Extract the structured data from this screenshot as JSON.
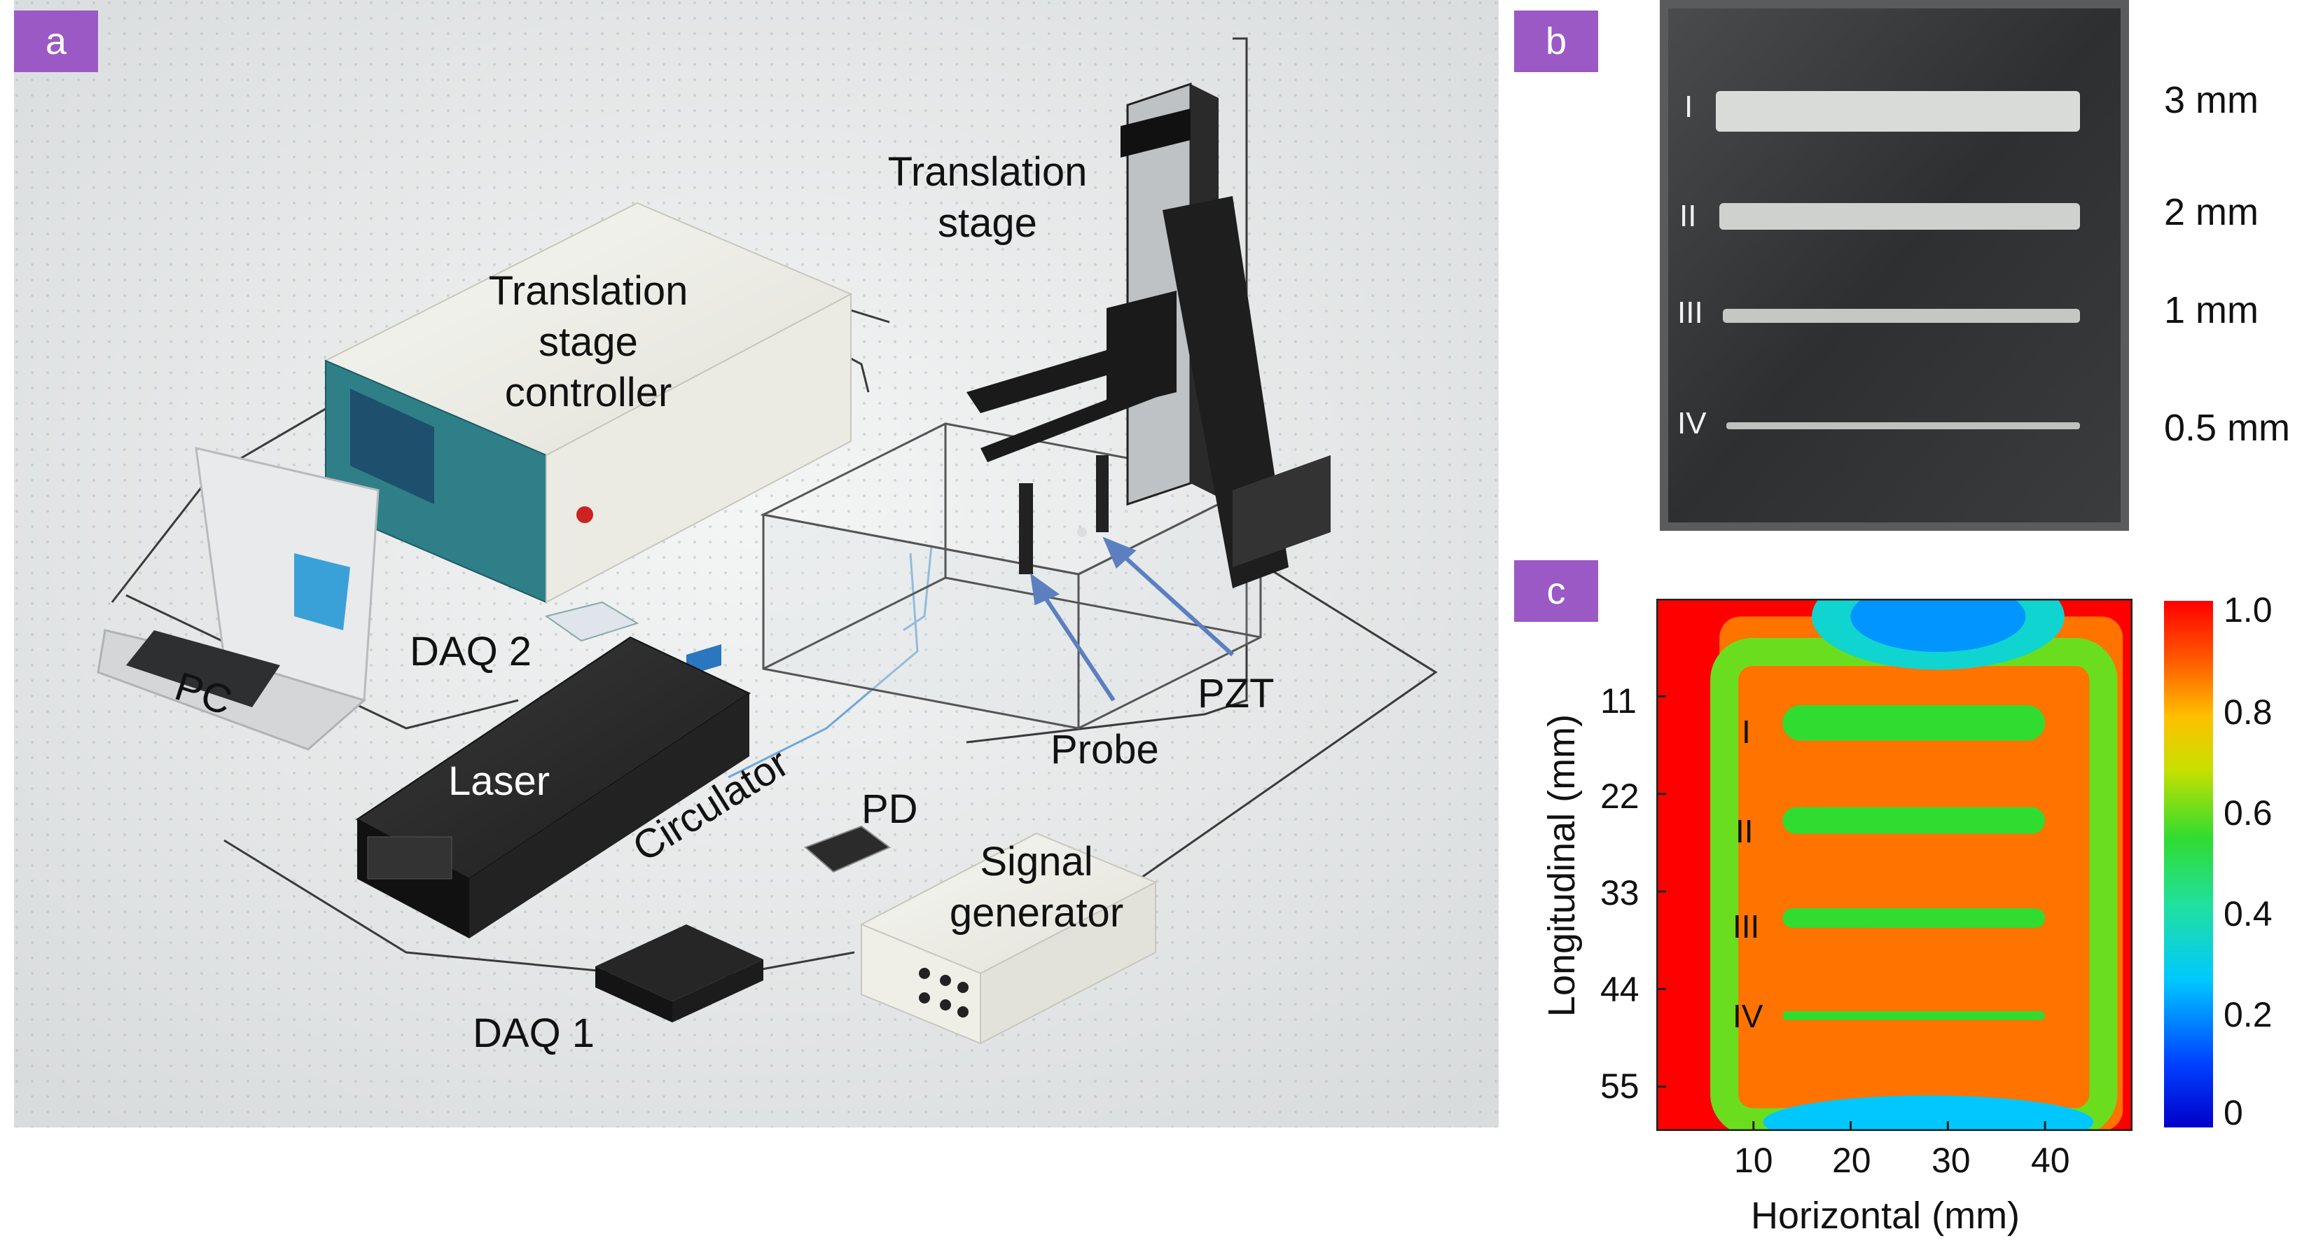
{
  "panel_a": {
    "badge": "a",
    "labels": {
      "translation_stage": [
        "Translation",
        "stage"
      ],
      "stage_controller": [
        "Translation",
        "stage",
        "controller"
      ],
      "daq2": "DAQ 2",
      "pc": "PC",
      "laser": "Laser",
      "circulator": "Circulator",
      "pd": "PD",
      "signal_generator": [
        "Signal",
        "generator"
      ],
      "daq1": "DAQ 1",
      "probe": "Probe",
      "pzt": "PZT"
    }
  },
  "panel_b": {
    "badge": "b",
    "grooves": [
      {
        "roman": "I",
        "width": "3 mm"
      },
      {
        "roman": "II",
        "width": "2 mm"
      },
      {
        "roman": "III",
        "width": "1 mm"
      },
      {
        "roman": "IV",
        "width": "0.5 mm"
      }
    ]
  },
  "panel_c": {
    "badge": "c",
    "xlabel": "Horizontal (mm)",
    "ylabel": "Longitudinal (mm)",
    "x_ticks": [
      "10",
      "20",
      "30",
      "40"
    ],
    "y_ticks": [
      "11",
      "22",
      "33",
      "44",
      "55"
    ],
    "colorbar_ticks": [
      "1.0",
      "0.8",
      "0.6",
      "0.4",
      "0.2",
      "0"
    ],
    "romans": [
      "I",
      "II",
      "III",
      "IV"
    ]
  },
  "chart_data": {
    "type": "heatmap",
    "xlabel": "Horizontal (mm)",
    "ylabel": "Longitudinal (mm)",
    "xlim": [
      0,
      49
    ],
    "ylim": [
      60,
      0
    ],
    "x_ticks": [
      10,
      20,
      30,
      40
    ],
    "y_ticks": [
      11,
      22,
      33,
      44,
      55
    ],
    "colorbar": {
      "min": 0,
      "max": 1.0,
      "ticks": [
        0,
        0.2,
        0.4,
        0.6,
        0.8,
        1.0
      ],
      "colormap": "jet"
    },
    "grooves": [
      {
        "label": "I",
        "y": 14,
        "x_range": [
          13,
          40
        ]
      },
      {
        "label": "II",
        "y": 25,
        "x_range": [
          13,
          40
        ]
      },
      {
        "label": "III",
        "y": 36,
        "x_range": [
          13,
          40
        ]
      },
      {
        "label": "IV",
        "y": 47,
        "x_range": [
          13,
          40
        ]
      }
    ],
    "grid": false
  },
  "colors": {
    "badge": "#9b59c6",
    "arrow": "#5b7fbf"
  }
}
